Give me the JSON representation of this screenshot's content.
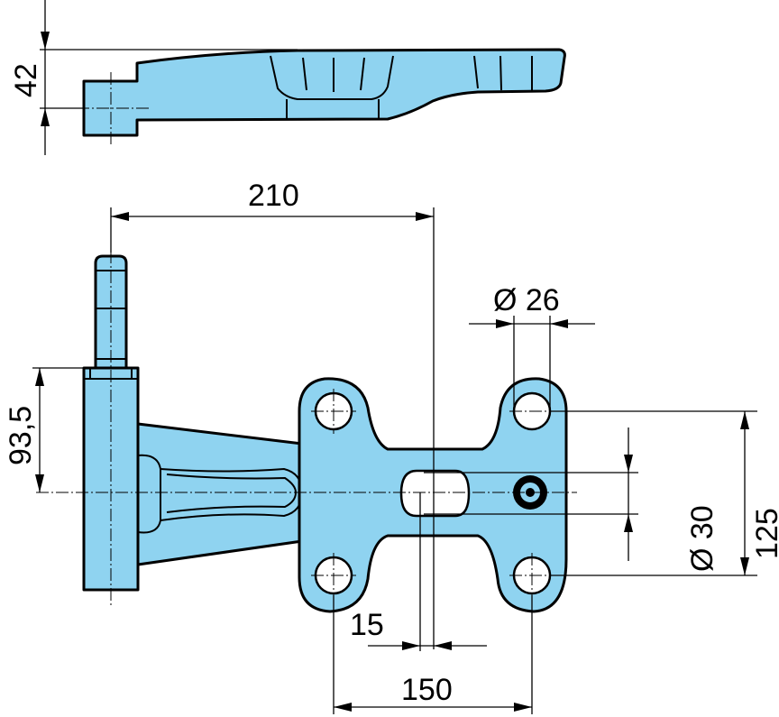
{
  "dimensions": {
    "height_top_view": "42",
    "horizontal_offset": "210",
    "hole_diameter": "Ø 26",
    "vertical_offset": "93,5",
    "slot_width": "Ø 30",
    "hole_spacing_vertical": "125",
    "slot_offset": "15",
    "hole_spacing_horizontal": "150"
  },
  "colors": {
    "part_fill": "#8fd3f0",
    "line": "#000000",
    "background": "#ffffff"
  }
}
